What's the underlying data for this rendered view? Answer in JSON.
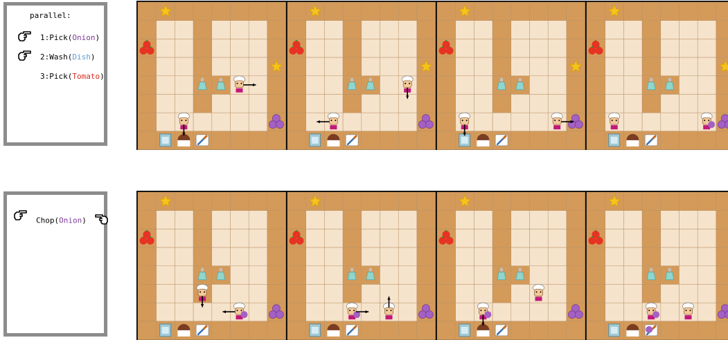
{
  "panels": {
    "top": {
      "heading": "parallel:",
      "steps": [
        {
          "num": "1",
          "action": "Pick",
          "object": "Onion",
          "object_color": "#7d3c98",
          "pointer": true
        },
        {
          "num": "2",
          "action": "Wash",
          "object": "Dish",
          "object_color": "#5b9bd5",
          "pointer": true
        },
        {
          "num": "3",
          "action": "Pick",
          "object": "Tomato",
          "object_color": "#d82a1f",
          "pointer": false
        }
      ]
    },
    "bottom": {
      "action": "Chop",
      "object": "Onion",
      "object_color": "#7d3c98"
    }
  },
  "game": {
    "colors": {
      "counter": "#d49a59",
      "floor": "#f6e3cb",
      "grid": "#b8946a",
      "border": "#000000",
      "star": "#f6c31b",
      "tomato": "#e63323",
      "onion": "#a461c4",
      "bottle": "#8fd6cf",
      "sink": "#9fc9d6",
      "arrow": "#000000"
    },
    "rows": [
      {
        "name": "top-row",
        "frames": [
          {
            "chefs": [
              {
                "col": 2,
                "row": 6,
                "dir": "down",
                "hold": "none"
              },
              {
                "col": 5,
                "row": 4,
                "dir": "right",
                "hold": "none"
              }
            ],
            "star2": true,
            "onion_on_board": false
          },
          {
            "chefs": [
              {
                "col": 2,
                "row": 6,
                "dir": "left",
                "hold": "none"
              },
              {
                "col": 6,
                "row": 4,
                "dir": "down",
                "hold": "none"
              }
            ],
            "star2": true,
            "onion_on_board": false
          },
          {
            "chefs": [
              {
                "col": 1,
                "row": 6,
                "dir": "down",
                "hold": "none"
              },
              {
                "col": 6,
                "row": 6,
                "dir": "right",
                "hold": "none"
              }
            ],
            "star2": true,
            "onion_on_board": false
          },
          {
            "chefs": [
              {
                "col": 1,
                "row": 6,
                "dir": "none",
                "hold": "none"
              },
              {
                "col": 6,
                "row": 6,
                "dir": "none",
                "hold": "onion"
              }
            ],
            "star2": true,
            "onion_on_board": false
          }
        ]
      },
      {
        "name": "bottom-row",
        "frames": [
          {
            "chefs": [
              {
                "col": 3,
                "row": 5,
                "dir": "down",
                "hold": "none"
              },
              {
                "col": 5,
                "row": 6,
                "dir": "left",
                "hold": "onion"
              }
            ],
            "star2": false,
            "onion_on_board": false
          },
          {
            "chefs": [
              {
                "col": 3,
                "row": 6,
                "dir": "right",
                "hold": "onion"
              },
              {
                "col": 5,
                "row": 6,
                "dir": "up",
                "hold": "none"
              }
            ],
            "star2": false,
            "onion_on_board": false
          },
          {
            "chefs": [
              {
                "col": 2,
                "row": 6,
                "dir": "down",
                "hold": "onion"
              },
              {
                "col": 5,
                "row": 5,
                "dir": "none",
                "hold": "none"
              }
            ],
            "star2": false,
            "onion_on_board": false
          },
          {
            "chefs": [
              {
                "col": 3,
                "row": 6,
                "dir": "none",
                "hold": "onion"
              },
              {
                "col": 5,
                "row": 6,
                "dir": "none",
                "hold": "none"
              }
            ],
            "star2": false,
            "onion_on_board": true
          }
        ]
      }
    ]
  }
}
